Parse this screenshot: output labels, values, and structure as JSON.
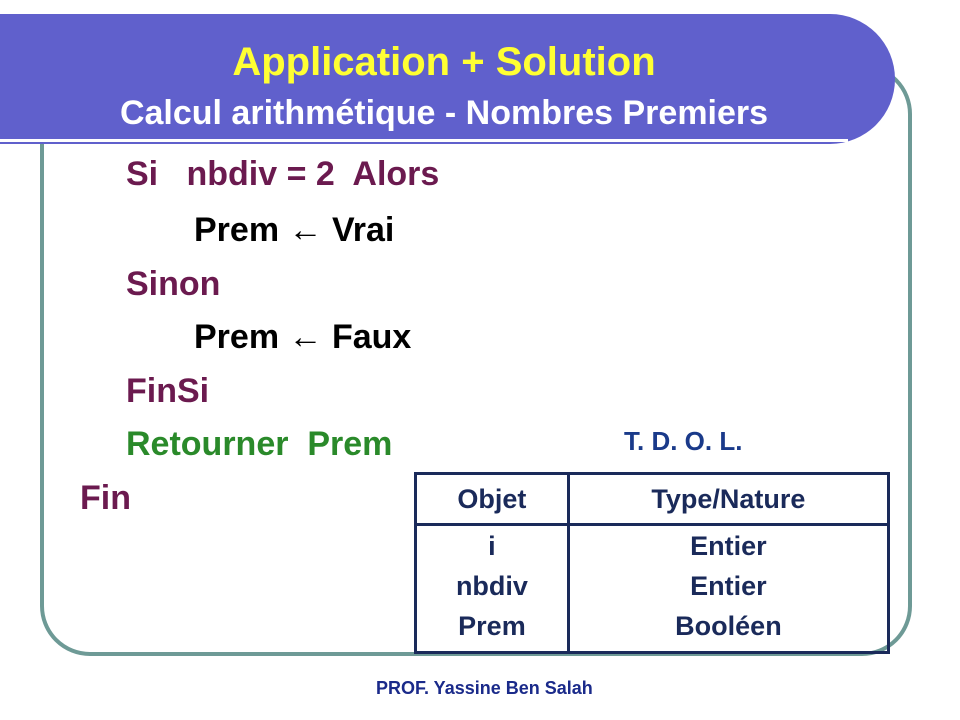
{
  "header": {
    "title": "Application + Solution",
    "subtitle": "Calcul arithmétique - Nombres Premiers"
  },
  "code": {
    "line1": "Si   nbdiv = 2  Alors",
    "line2": "Prem ← Vrai",
    "line3": "Sinon",
    "line4": "Prem ← Faux",
    "line5": "FinSi",
    "line6": "Retourner  Prem",
    "line7": "Fin"
  },
  "tdol": {
    "title": "T. D. O. L.",
    "headers": [
      "Objet",
      "Type/Nature"
    ],
    "objects": [
      "i",
      "nbdiv",
      "Prem"
    ],
    "types": [
      "Entier",
      "Entier",
      "Booléen"
    ]
  },
  "footer": "PROF.  Yassine  Ben  Salah",
  "colors": {
    "header_bg": "#6060cc",
    "title": "#ffff33",
    "keyword": "#6b1a4f",
    "return": "#2a8a2a",
    "frame": "#6e9a96"
  }
}
